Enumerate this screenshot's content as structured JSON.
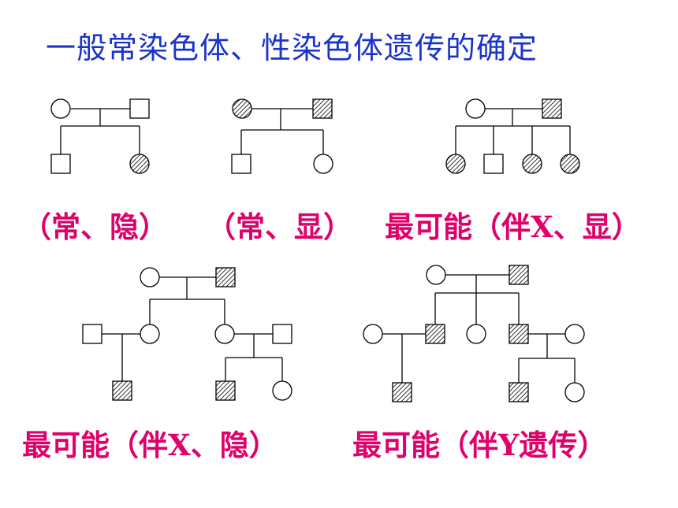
{
  "title": "一般常染色体、性染色体遗传的确定",
  "colors": {
    "title": "#1a33cc",
    "labels": "#e0006a"
  },
  "pedigrees": [
    {
      "label": "（常、隐）",
      "parents": [
        {
          "sex": "female",
          "affected": false
        },
        {
          "sex": "male",
          "affected": false
        }
      ],
      "children": [
        {
          "sex": "male",
          "affected": false
        },
        {
          "sex": "female",
          "affected": true
        }
      ]
    },
    {
      "label": "（常、显）",
      "parents": [
        {
          "sex": "female",
          "affected": true
        },
        {
          "sex": "male",
          "affected": true
        }
      ],
      "children": [
        {
          "sex": "male",
          "affected": false
        },
        {
          "sex": "female",
          "affected": false
        }
      ]
    },
    {
      "label": "最可能（伴X、显）",
      "parents": [
        {
          "sex": "female",
          "affected": false
        },
        {
          "sex": "male",
          "affected": true
        }
      ],
      "children": [
        {
          "sex": "female",
          "affected": true
        },
        {
          "sex": "male",
          "affected": false
        },
        {
          "sex": "female",
          "affected": true
        },
        {
          "sex": "female",
          "affected": true
        }
      ]
    },
    {
      "label": "最可能（伴X、隐）",
      "parents": [
        {
          "sex": "female",
          "affected": false
        },
        {
          "sex": "male",
          "affected": true
        }
      ],
      "children": [
        {
          "sex": "female",
          "affected": false
        },
        {
          "sex": "female",
          "affected": false
        }
      ],
      "third_generation": [
        {
          "sex": "male",
          "affected": true
        },
        {
          "sex": "male",
          "affected": true
        },
        {
          "sex": "female",
          "affected": false
        }
      ]
    },
    {
      "label": "最可能（伴Y遗传）",
      "parents": [
        {
          "sex": "female",
          "affected": false
        },
        {
          "sex": "male",
          "affected": true
        }
      ],
      "children": [
        {
          "sex": "male",
          "affected": true
        },
        {
          "sex": "female",
          "affected": false
        },
        {
          "sex": "male",
          "affected": true
        }
      ],
      "third_generation": [
        {
          "sex": "male",
          "affected": true
        },
        {
          "sex": "male",
          "affected": true
        },
        {
          "sex": "female",
          "affected": false
        }
      ]
    }
  ]
}
